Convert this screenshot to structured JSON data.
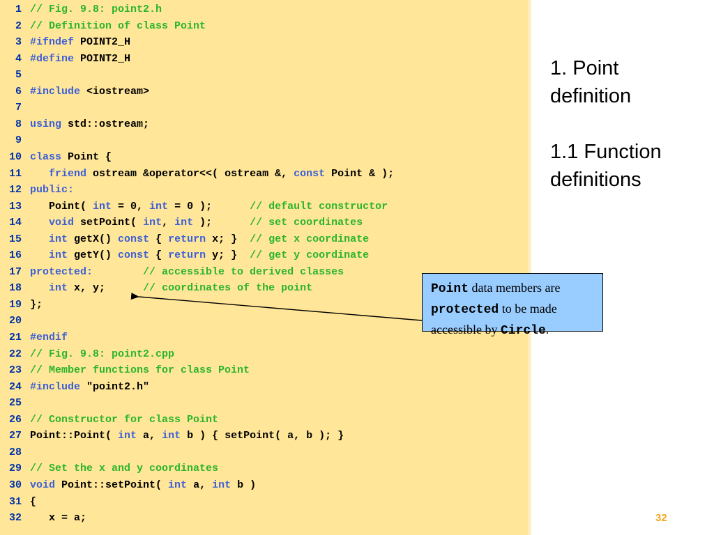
{
  "code": {
    "lines": [
      [
        [
          "c",
          "// Fig. 9.8: point2.h"
        ]
      ],
      [
        [
          "c",
          "// Definition of class Point"
        ]
      ],
      [
        [
          "k",
          "#ifndef"
        ],
        [
          "p",
          " POINT2_H"
        ]
      ],
      [
        [
          "k",
          "#define"
        ],
        [
          "p",
          " POINT2_H"
        ]
      ],
      [],
      [
        [
          "k",
          "#include"
        ],
        [
          "p",
          " <iostream>"
        ]
      ],
      [],
      [
        [
          "k",
          "using"
        ],
        [
          "p",
          " std::ostream;"
        ]
      ],
      [],
      [
        [
          "k",
          "class"
        ],
        [
          "p",
          " Point {"
        ]
      ],
      [
        [
          "p",
          "   "
        ],
        [
          "k",
          "friend"
        ],
        [
          "p",
          " ostream &operator<<( ostream &, "
        ],
        [
          "k",
          "const"
        ],
        [
          "p",
          " Point & );"
        ]
      ],
      [
        [
          "k",
          "public:"
        ]
      ],
      [
        [
          "p",
          "   Point( "
        ],
        [
          "k",
          "int"
        ],
        [
          "p",
          " = 0, "
        ],
        [
          "k",
          "int"
        ],
        [
          "p",
          " = 0 );      "
        ],
        [
          "c",
          "// default constructor"
        ]
      ],
      [
        [
          "p",
          "   "
        ],
        [
          "k",
          "void"
        ],
        [
          "p",
          " setPoint( "
        ],
        [
          "k",
          "int"
        ],
        [
          "p",
          ", "
        ],
        [
          "k",
          "int"
        ],
        [
          "p",
          " );      "
        ],
        [
          "c",
          "// set coordinates"
        ]
      ],
      [
        [
          "p",
          "   "
        ],
        [
          "k",
          "int"
        ],
        [
          "p",
          " getX() "
        ],
        [
          "k",
          "const"
        ],
        [
          "p",
          " { "
        ],
        [
          "k",
          "return"
        ],
        [
          "p",
          " x; }  "
        ],
        [
          "c",
          "// get x coordinate"
        ]
      ],
      [
        [
          "p",
          "   "
        ],
        [
          "k",
          "int"
        ],
        [
          "p",
          " getY() "
        ],
        [
          "k",
          "const"
        ],
        [
          "p",
          " { "
        ],
        [
          "k",
          "return"
        ],
        [
          "p",
          " y; }  "
        ],
        [
          "c",
          "// get y coordinate"
        ]
      ],
      [
        [
          "k",
          "protected:"
        ],
        [
          "p",
          "        "
        ],
        [
          "c",
          "// accessible to derived classes"
        ]
      ],
      [
        [
          "p",
          "   "
        ],
        [
          "k",
          "int"
        ],
        [
          "p",
          " x, y;      "
        ],
        [
          "c",
          "// coordinates of the point"
        ]
      ],
      [
        [
          "p",
          "};"
        ]
      ],
      [],
      [
        [
          "k",
          "#endif"
        ]
      ],
      [
        [
          "c",
          "// Fig. 9.8: point2.cpp"
        ]
      ],
      [
        [
          "c",
          "// Member functions for class Point"
        ]
      ],
      [
        [
          "k",
          "#include"
        ],
        [
          "p",
          " \"point2.h\""
        ]
      ],
      [],
      [
        [
          "c",
          "// Constructor for class Point"
        ]
      ],
      [
        [
          "p",
          "Point::Point( "
        ],
        [
          "k",
          "int"
        ],
        [
          "p",
          " a, "
        ],
        [
          "k",
          "int"
        ],
        [
          "p",
          " b ) { setPoint( a, b ); }"
        ]
      ],
      [],
      [
        [
          "c",
          "// Set the x and y coordinates"
        ]
      ],
      [
        [
          "k",
          "void"
        ],
        [
          "p",
          " Point::setPoint( "
        ],
        [
          "k",
          "int"
        ],
        [
          "p",
          " a, "
        ],
        [
          "k",
          "int"
        ],
        [
          "p",
          " b )"
        ]
      ],
      [
        [
          "p",
          "{"
        ]
      ],
      [
        [
          "p",
          "   x = a;"
        ]
      ]
    ]
  },
  "outline": {
    "item1_line1": "1. Point",
    "item1_line2": "definition",
    "item2_line1": "1.1 Function",
    "item2_line2": "definitions"
  },
  "callout": {
    "word1": "Point",
    "text1": " data members are",
    "word2": "protected",
    "text2": " to be made",
    "text3": "accessible by ",
    "word3": "Circle",
    "text4": "."
  },
  "page_number": "32",
  "colors": {
    "code_background": "#ffe699",
    "comment": "#2bb52b",
    "keyword": "#3c5fd6",
    "line_number": "#0033aa",
    "callout_background": "#99ccff",
    "page_number": "#f5a623"
  }
}
